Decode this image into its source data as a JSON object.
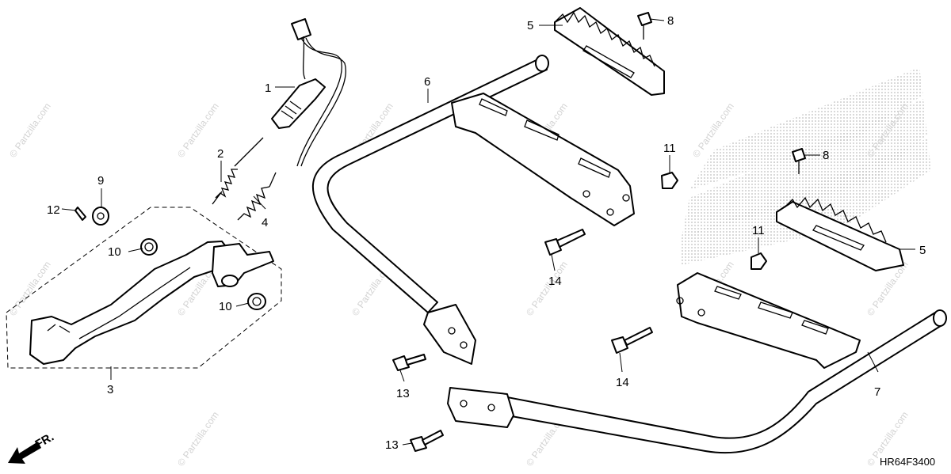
{
  "diagram": {
    "callouts": [
      {
        "label": "1"
      },
      {
        "label": "2"
      },
      {
        "label": "3"
      },
      {
        "label": "4"
      },
      {
        "label": "5"
      },
      {
        "label": "5"
      },
      {
        "label": "6"
      },
      {
        "label": "7"
      },
      {
        "label": "8"
      },
      {
        "label": "8"
      },
      {
        "label": "9"
      },
      {
        "label": "10"
      },
      {
        "label": "10"
      },
      {
        "label": "11"
      },
      {
        "label": "11"
      },
      {
        "label": "12"
      },
      {
        "label": "13"
      },
      {
        "label": "13"
      },
      {
        "label": "14"
      },
      {
        "label": "14"
      }
    ],
    "diagram_code": "HR64F3400",
    "direction_label": "FR."
  },
  "watermark": {
    "text": "© Partzilla.com"
  }
}
